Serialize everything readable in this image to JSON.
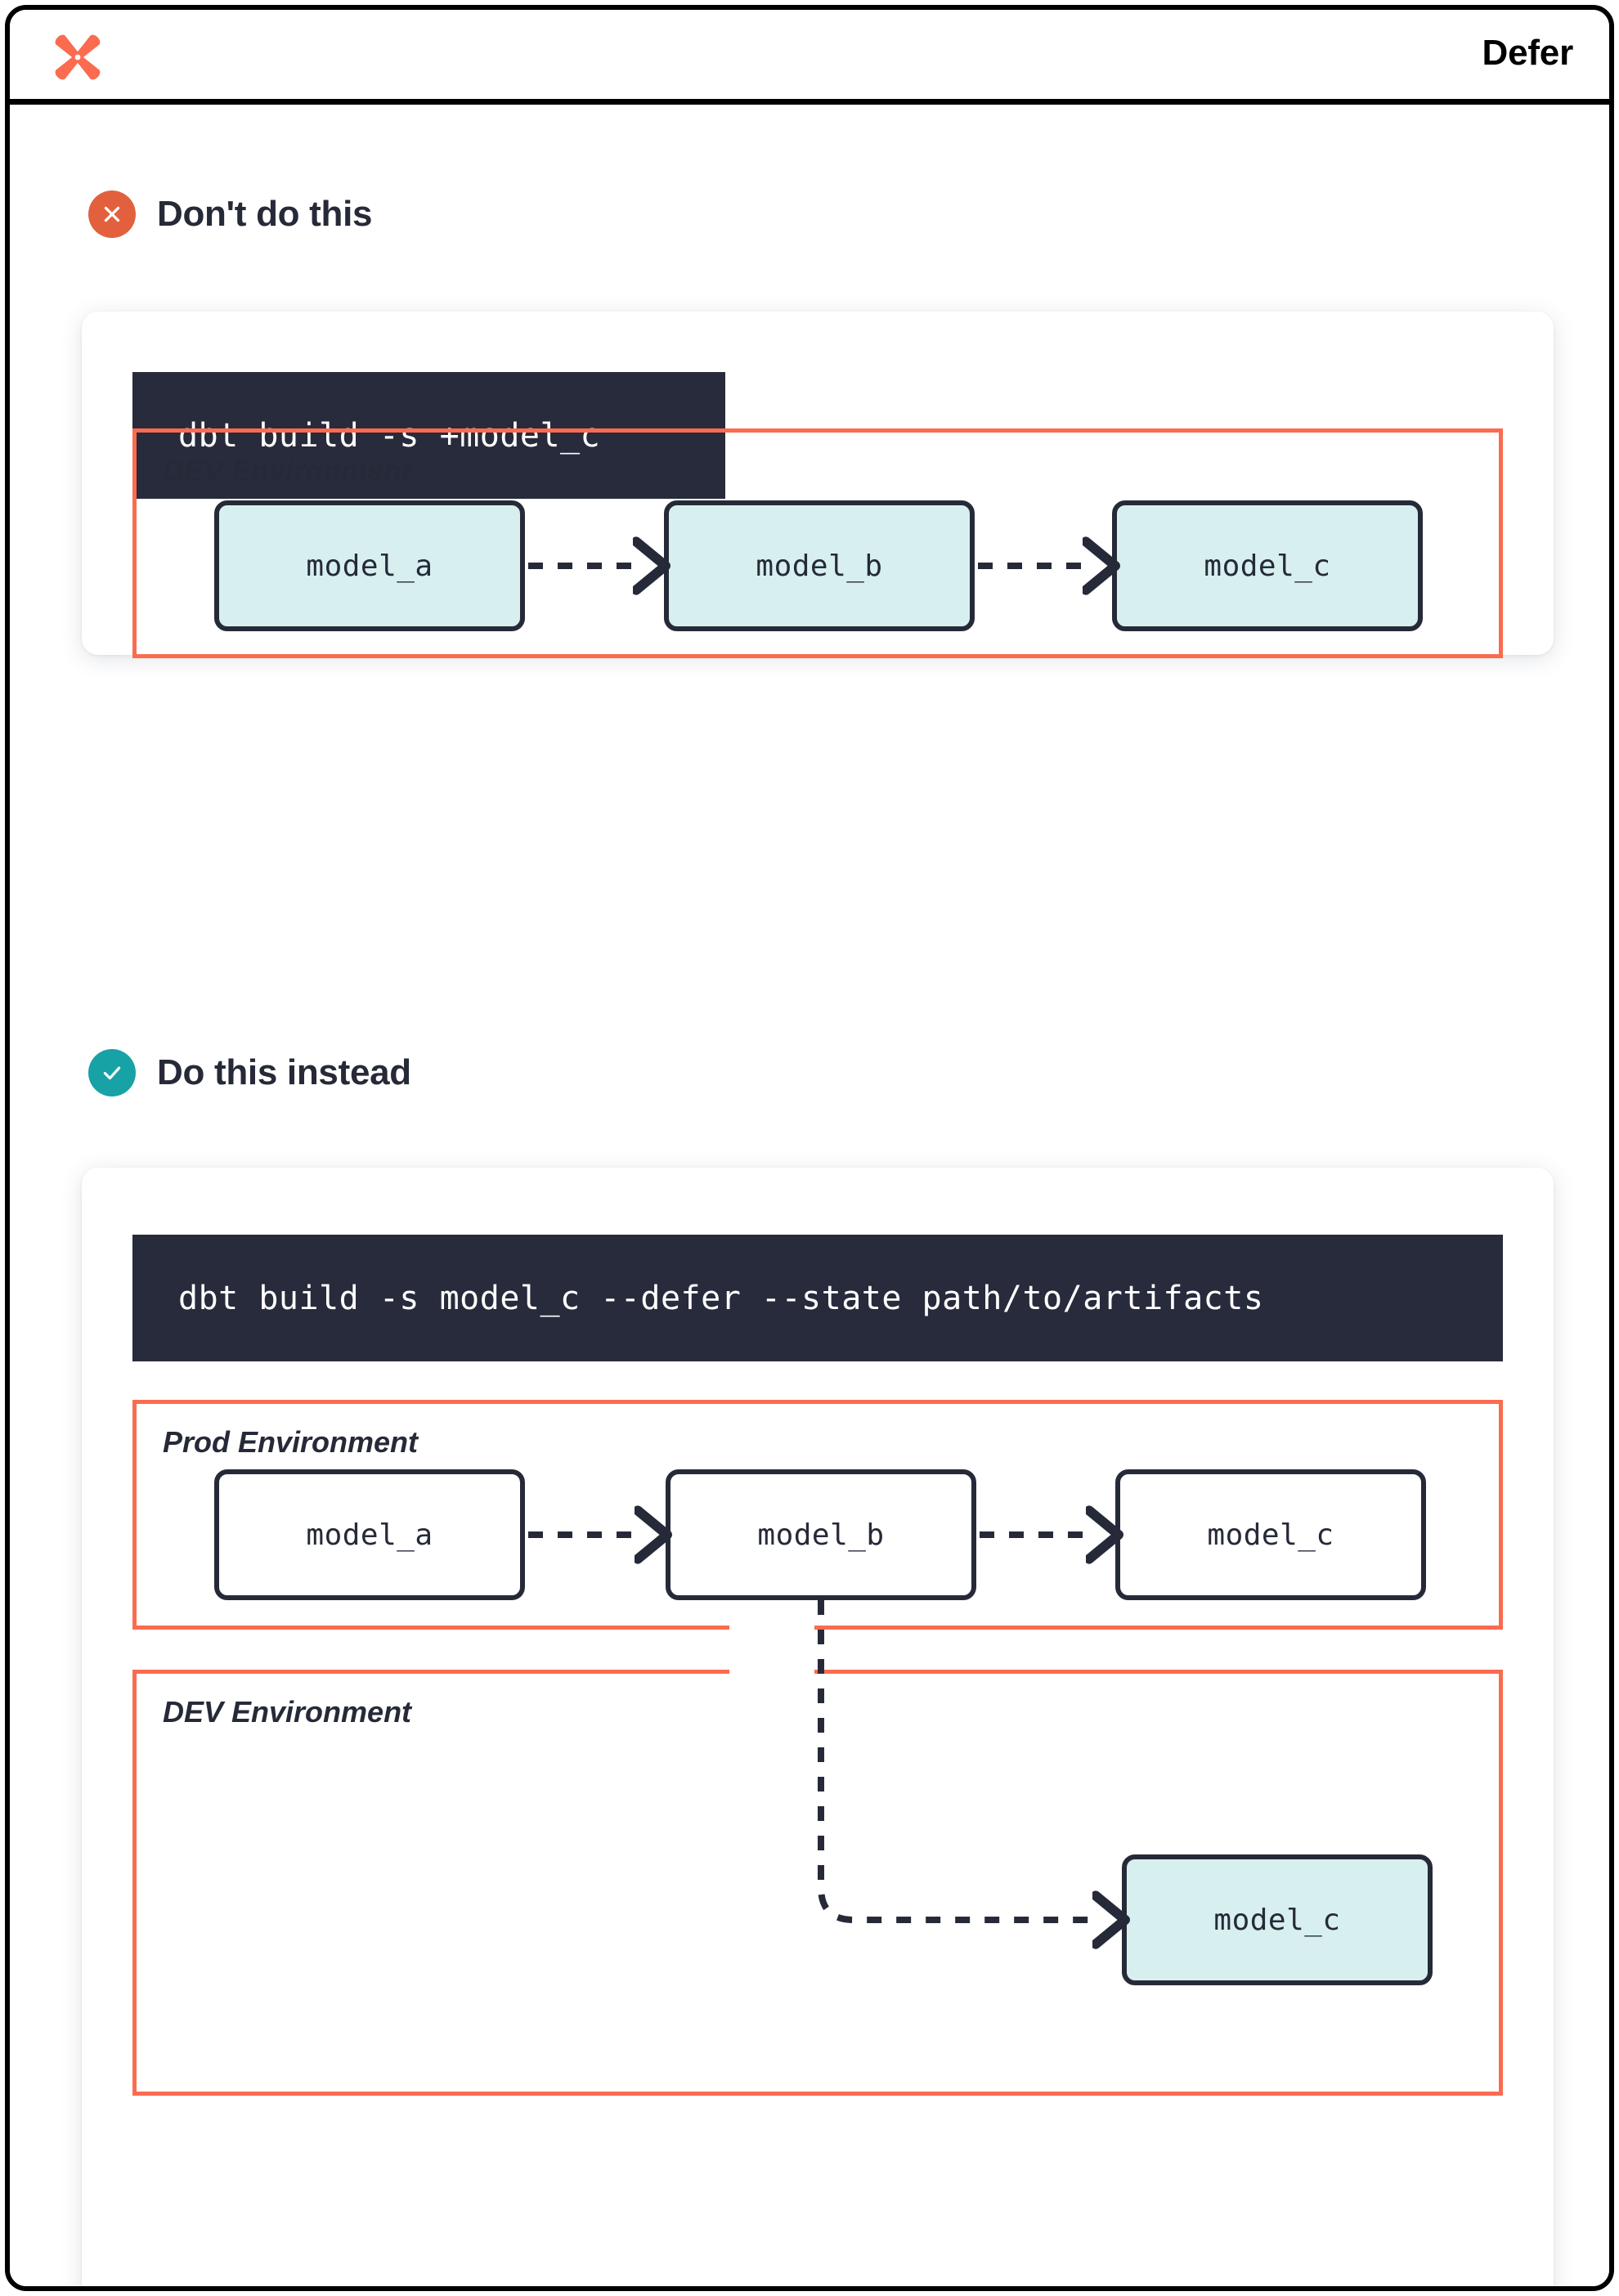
{
  "window": {
    "title": "Defer",
    "logo_icon": "dbt-logo-icon"
  },
  "colors": {
    "accent_orange": "#fb6b50",
    "badge_bad": "#e3603e",
    "badge_good": "#17a2a6",
    "ink": "#262a38",
    "code_bg": "#272b3b",
    "node_teal": "#d7f0ef"
  },
  "sections": [
    {
      "id": "dont-do-this",
      "badge_icon": "x-circle-icon",
      "title": "Don't do this",
      "code": "dbt build -s +model_c",
      "environments": [
        {
          "label": "DEV Environment",
          "nodes": [
            {
              "label": "model_a",
              "style": "teal"
            },
            {
              "label": "model_b",
              "style": "teal"
            },
            {
              "label": "model_c",
              "style": "teal"
            }
          ]
        }
      ]
    },
    {
      "id": "do-this-instead",
      "badge_icon": "check-circle-icon",
      "title": "Do this instead",
      "code": "dbt build -s model_c --defer --state path/to/artifacts",
      "environments": [
        {
          "label": "Prod Environment",
          "nodes": [
            {
              "label": "model_a",
              "style": "plain"
            },
            {
              "label": "model_b",
              "style": "plain"
            },
            {
              "label": "model_c",
              "style": "plain"
            }
          ]
        },
        {
          "label": "DEV Environment",
          "nodes": [
            {
              "label": "model_c",
              "style": "teal"
            }
          ]
        }
      ]
    }
  ]
}
